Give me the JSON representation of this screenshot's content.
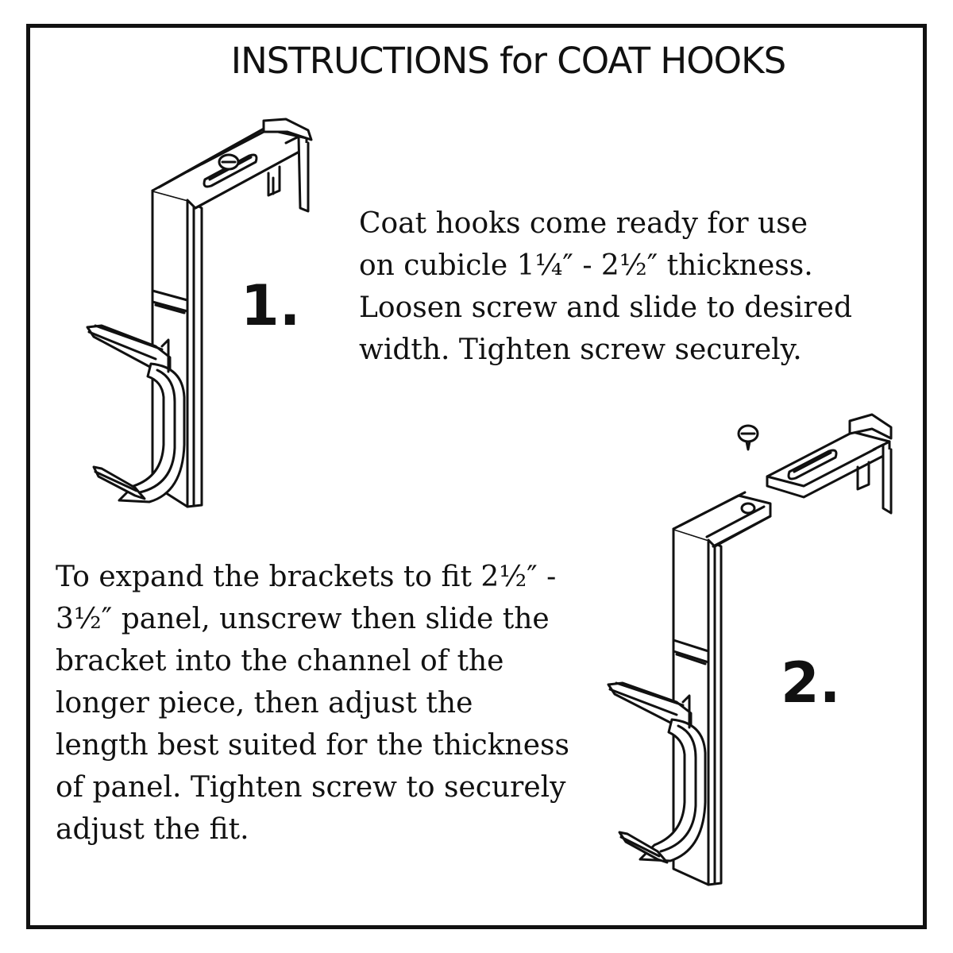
{
  "title": "INSTRUCTIONS for COAT HOOKS",
  "steps": [
    {
      "number": "1.",
      "text": "Coat hooks come ready for use\non cubicle 1¼″ - 2½″ thickness.\nLoosen screw and slide to desired\nwidth.  Tighten screw securely."
    },
    {
      "number": "2.",
      "text": "To expand the brackets to fit 2½″ -\n3½″ panel, unscrew then slide the\nbracket into the channel of the\nlonger piece, then adjust the\nlength best suited for the thickness\nof panel.  Tighten screw to securely\nadjust the fit."
    }
  ],
  "colors": {
    "ink": "#111111",
    "background": "#ffffff"
  },
  "icons": {
    "step1": "assembled-coat-hook-bracket-icon",
    "step2": "expanded-coat-hook-bracket-icon",
    "screw": "screw-icon"
  }
}
